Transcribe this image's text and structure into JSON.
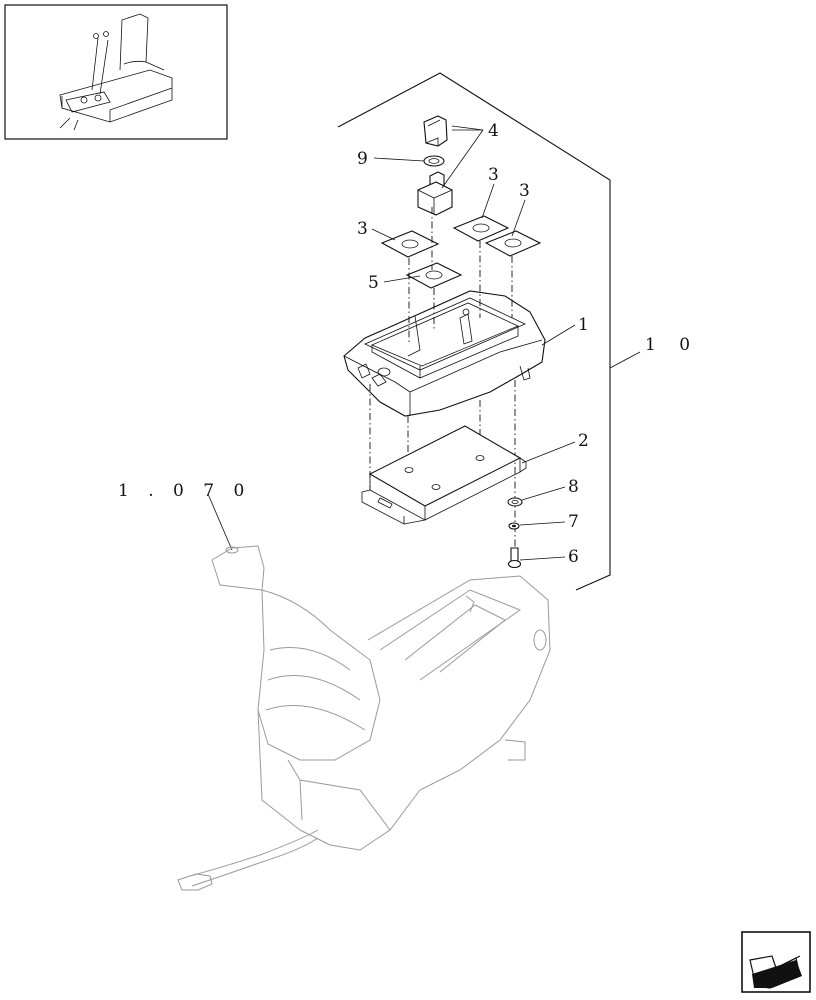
{
  "callouts": {
    "c1": "1",
    "c2": "2",
    "c3a": "3",
    "c3b": "3",
    "c3c": "3",
    "c4": "4",
    "c5": "5",
    "c6": "6",
    "c7": "7",
    "c8": "8",
    "c9": "9",
    "c10": "1 0"
  },
  "reference": "1 . 0 7 0",
  "icons": {
    "thumbnail": "operator-seat-overview-icon",
    "navigation": "next-page-arrow-icon"
  }
}
